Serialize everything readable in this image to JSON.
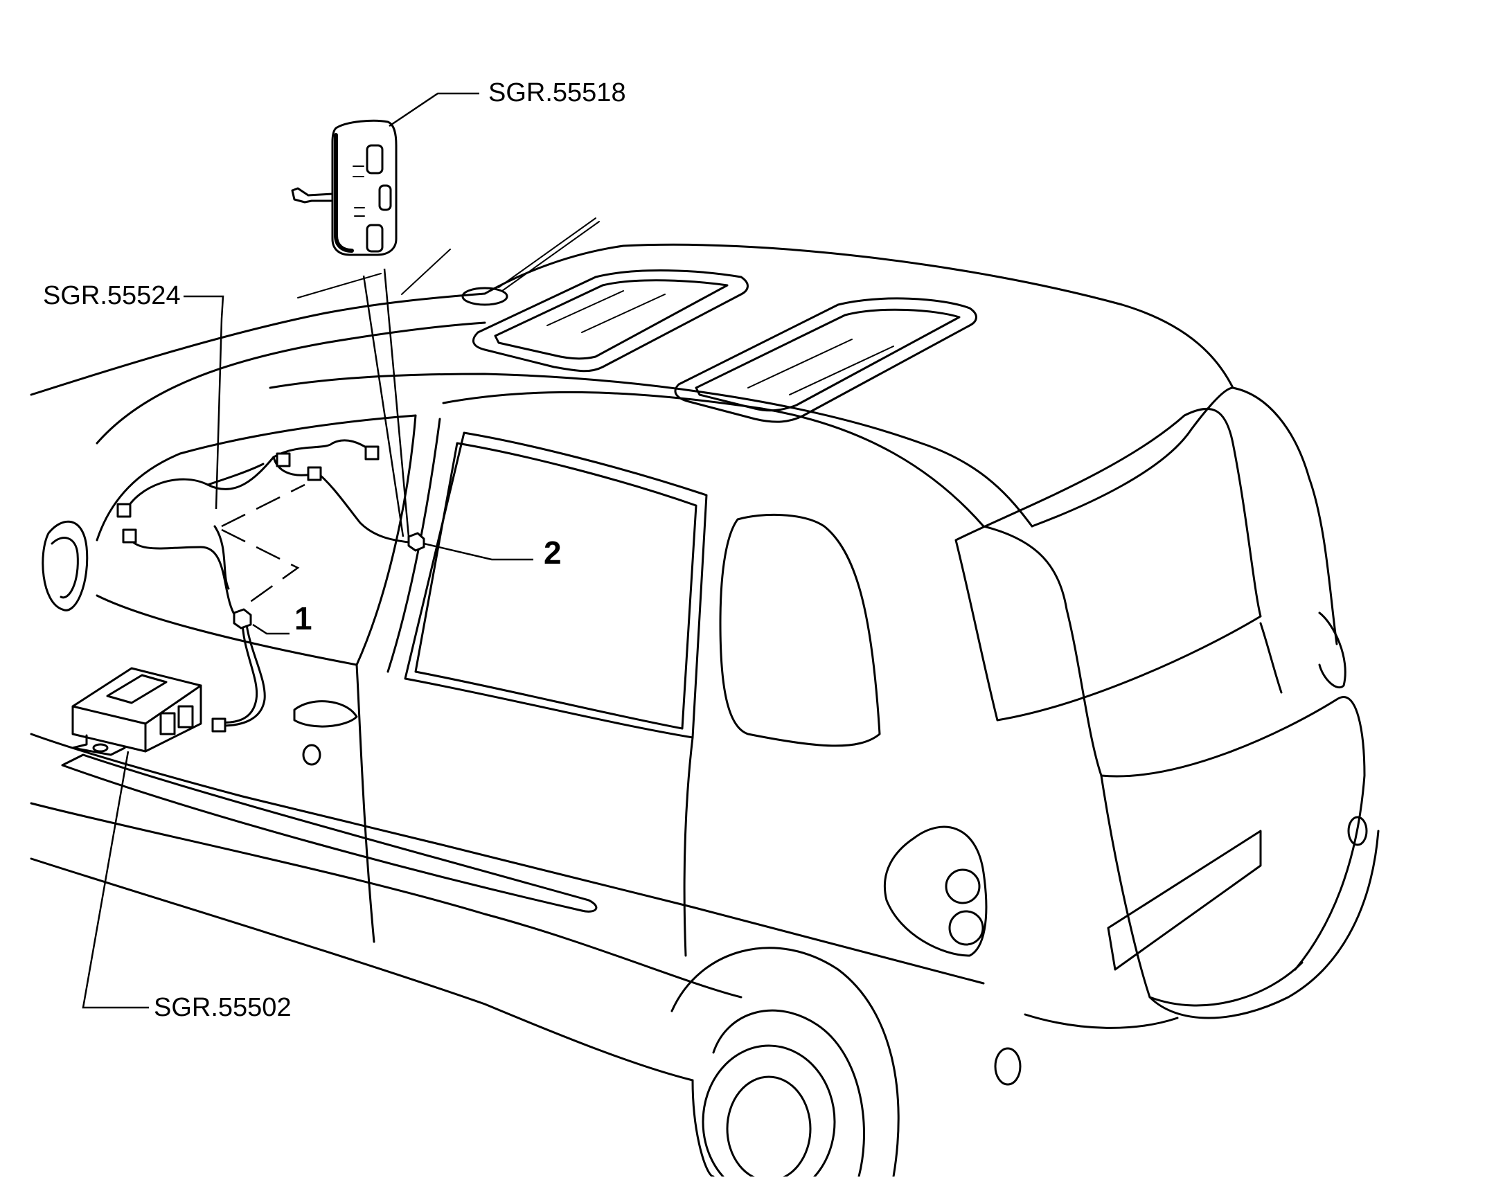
{
  "callouts": {
    "switch_panel": "SGR.55518",
    "wiring_harness": "SGR.55524",
    "control_unit": "SGR.55502",
    "connector_1": "1",
    "connector_2": "2"
  },
  "icons": {
    "vehicle": "minivan-outline-icon",
    "switch_panel": "roof-switch-panel-icon",
    "control_unit": "control-module-icon",
    "connector": "connector-icon"
  }
}
